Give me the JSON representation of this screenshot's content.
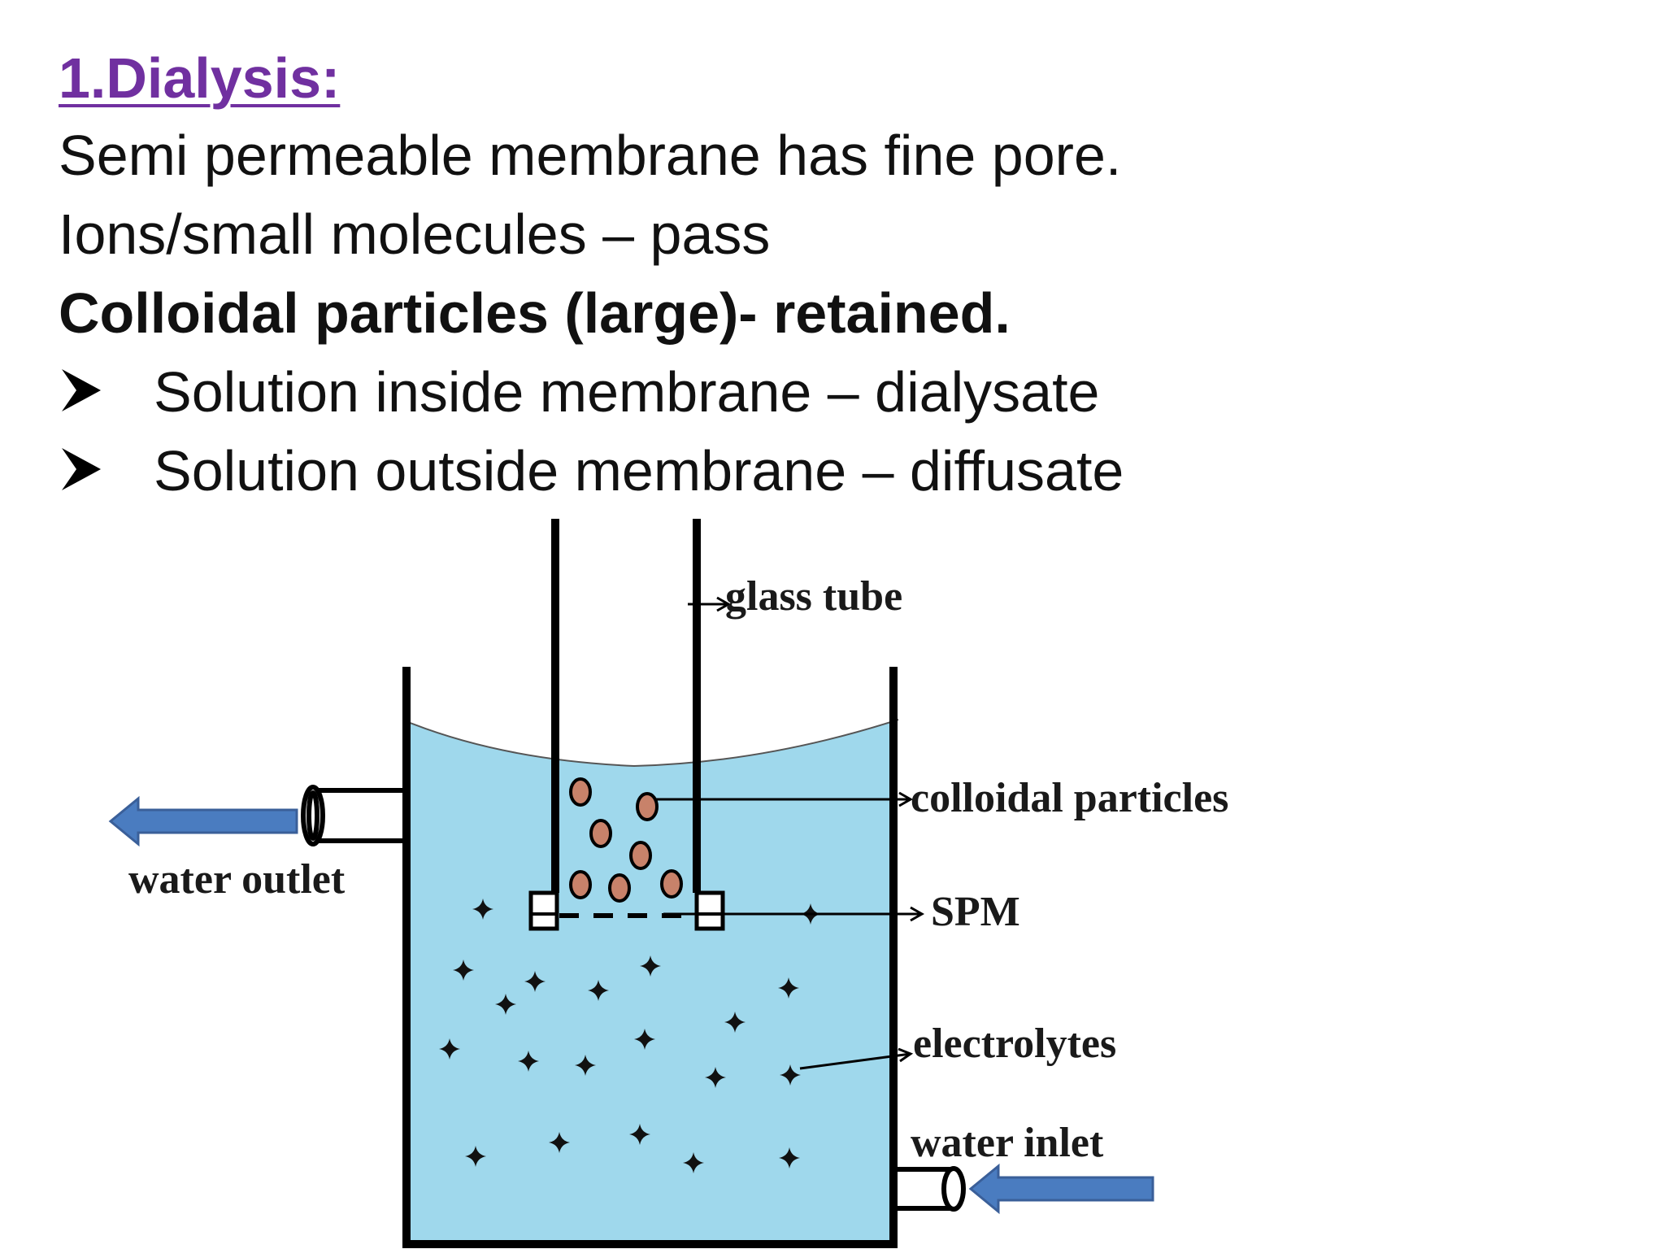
{
  "slide": {
    "title": "1.Dialysis:",
    "lines": [
      "Semi permeable membrane has fine pore.",
      "Ions/small molecules – pass",
      "Colloidal particles (large)- retained."
    ],
    "bullets": [
      "Solution inside membrane – dialysate",
      "Solution outside membrane – diffusate"
    ]
  },
  "diagram": {
    "labels": {
      "glass_tube": "glass tube",
      "colloidal_particles": "colloidal particles",
      "spm": "SPM",
      "electrolytes": "electrolytes",
      "water_outlet": "water outlet",
      "water_inlet": "water inlet"
    },
    "colors": {
      "water": "#9fd8ec",
      "particle": "#c8826a",
      "arrow": "#4a7cc0",
      "arrow_stroke": "#3a5f99"
    }
  }
}
